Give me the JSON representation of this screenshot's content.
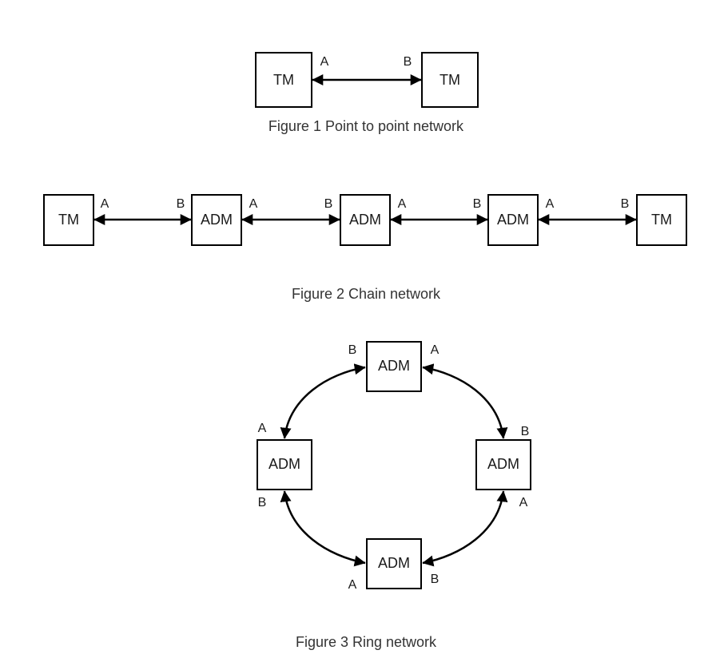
{
  "figure1": {
    "caption": "Figure 1 Point to point network",
    "nodes": [
      "TM",
      "TM"
    ],
    "ports": [
      "A",
      "B"
    ]
  },
  "figure2": {
    "caption": "Figure 2 Chain network",
    "nodes": [
      "TM",
      "ADM",
      "ADM",
      "ADM",
      "TM"
    ],
    "ports": [
      "A",
      "B",
      "A",
      "B",
      "A",
      "B",
      "A",
      "B"
    ]
  },
  "figure3": {
    "caption": "Figure 3 Ring network",
    "nodes": {
      "top": "ADM",
      "left": "ADM",
      "right": "ADM",
      "bottom": "ADM"
    },
    "ports": {
      "top_b": "B",
      "top_a": "A",
      "right_b": "B",
      "right_a": "A",
      "bottom_b": "B",
      "bottom_a": "A",
      "left_b": "B",
      "left_a": "A"
    }
  }
}
